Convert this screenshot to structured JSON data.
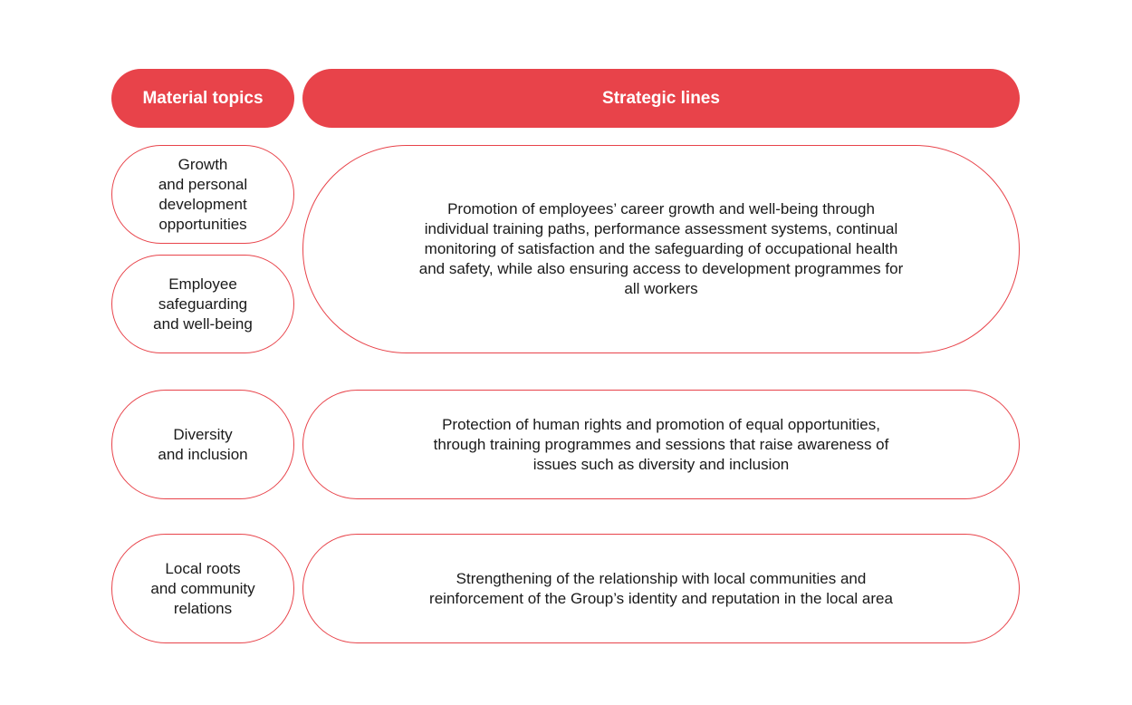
{
  "headers": {
    "material_topics": "Material topics",
    "strategic_lines": "Strategic lines"
  },
  "colors": {
    "accent": "#e8434a",
    "text": "#1a1a1a",
    "background": "#ffffff"
  },
  "rows": [
    {
      "topics": [
        "Growth\nand personal\ndevelopment\nopportunities",
        "Employee\nsafeguarding\nand well-being"
      ],
      "strategic_line": "Promotion of employees’ career growth and well-being through\nindividual training paths, performance assessment systems, continual\nmonitoring of satisfaction and the safeguarding of occupational health\nand safety, while also ensuring access to development programmes for\nall workers"
    },
    {
      "topics": [
        "Diversity\nand inclusion"
      ],
      "strategic_line": "Protection of human rights and promotion of equal opportunities,\nthrough training programmes and sessions that raise awareness of\nissues such as diversity and inclusion"
    },
    {
      "topics": [
        "Local roots\nand community\nrelations"
      ],
      "strategic_line": "Strengthening of the relationship with local communities and\nreinforcement of the Group’s identity and reputation in the local area"
    }
  ]
}
